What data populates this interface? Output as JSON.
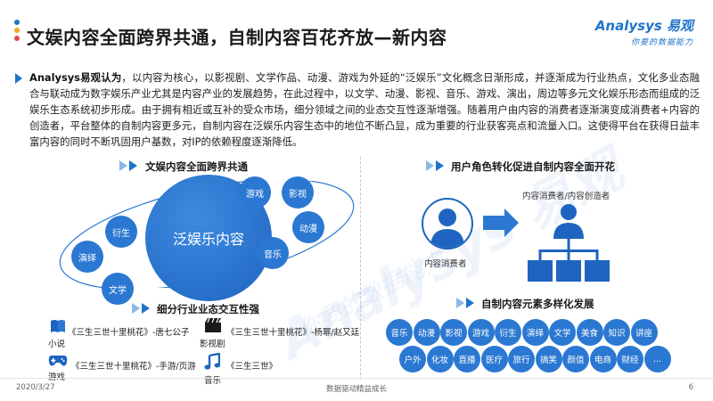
{
  "header": {
    "title": "文娱内容全面跨界共通，自制内容百花齐放—新内容",
    "dot_colors": [
      "#1e74c8",
      "#f5a623",
      "#e04b4b"
    ]
  },
  "logo": {
    "brand": "Analysys 易观",
    "slogan": "你要的数据能力"
  },
  "intro": {
    "lead": "Analysys易观认为",
    "body": "，以内容为核心，以影视剧、文学作品、动漫、游戏为外延的“泛娱乐”文化概念日渐形成，并逐渐成为行业热点，文化多业态融合与联动成为数字娱乐产业尤其是内容产业的发展趋势，在此过程中，以文学、动漫、影视、音乐、游戏、演出，周边等多元文化娱乐形态而组成的泛娱乐生态系统初步形成。由于拥有相近或互补的受众市场，细分领域之间的业态交互性逐渐增强。随着用户由内容的消费者逐渐演变成消费者+内容的创造者，平台整体的自制内容更多元，自制内容在泛娱乐内容生态中的地位不断凸显，成为重要的行业获客亮点和流量入口。这使得平台在获得日益丰富内容的同时不断巩固用户基数，对IP的依赖程度逐渐降低。"
  },
  "left": {
    "section1": "文娱内容全面跨界共通",
    "center": "泛娱乐内容",
    "satellites": [
      "游戏",
      "影视",
      "动漫",
      "音乐",
      "衍生",
      "演绎",
      "文学"
    ],
    "section2": "细分行业业态交互性强",
    "examples": [
      {
        "label": "小说",
        "text": "《三生三世十里桃花》-唐七公子",
        "icon": "book-icon"
      },
      {
        "label": "影视剧",
        "text": "《三生三世十里桃花》-杨幂/赵又廷",
        "icon": "film-icon"
      },
      {
        "label": "游戏",
        "text": "《三生三世十里桃花》-手游/页游",
        "icon": "gamepad-icon"
      },
      {
        "label": "音乐",
        "text": "《三生三世》",
        "icon": "music-icon"
      }
    ]
  },
  "right": {
    "section1": "用户角色转化促进自制内容全面开花",
    "consumer_label": "内容消费者",
    "creator_label": "内容消费者/内容创造者",
    "section2": "自制内容元素多样化发展",
    "tags_row1": [
      "音乐",
      "动漫",
      "影视",
      "游戏",
      "衍生",
      "演绎",
      "文学",
      "美食",
      "知识",
      "讲座"
    ],
    "tags_row2": [
      "户外",
      "化妆",
      "直播",
      "医疗",
      "旅行",
      "搞笑",
      "颜值",
      "电商",
      "财经",
      "..."
    ]
  },
  "watermark": {
    "main": "Analysys 易观",
    "sub": "你要的数据能力"
  },
  "footer": {
    "date": "2020/3/27",
    "center": "数据驱动精益成长",
    "page": "6"
  }
}
